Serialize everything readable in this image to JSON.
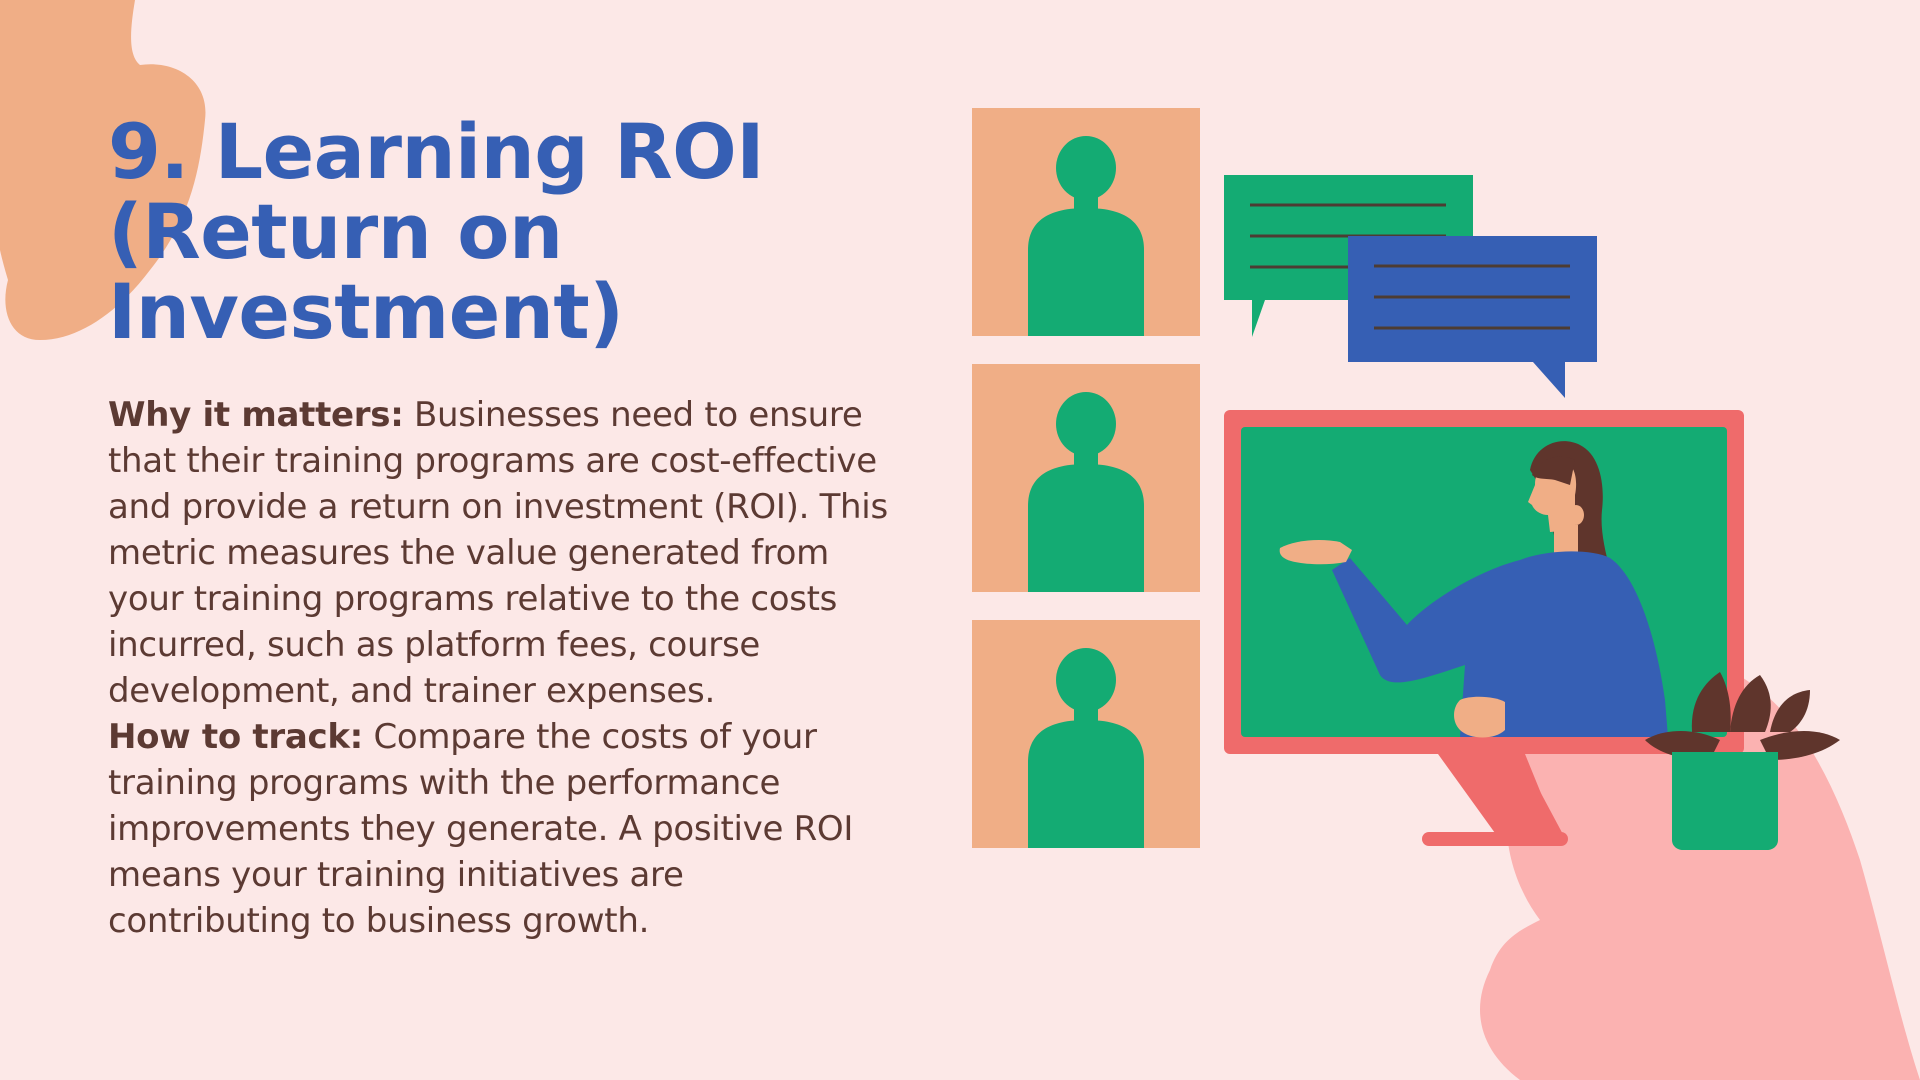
{
  "slide": {
    "title": "9. Learning ROI (Return on Investment)",
    "why_label": "Why it matters:",
    "why_text": " Businesses need to ensure that their training programs are cost-effective and provide a return on investment (ROI). This metric measures the value generated from your training programs relative to the costs incurred, such as platform fees, course development, and trainer expenses.",
    "how_label": "How to track:",
    "how_text": " Compare the costs of your training programs with the performance improvements they generate. A positive ROI means your training initiatives are contributing to business growth."
  },
  "illustration": {
    "icons": [
      "person-avatar-icon",
      "chat-bubble-icon",
      "presenter-icon",
      "monitor-icon",
      "plant-icon"
    ]
  },
  "colors": {
    "background": "#fce8e7",
    "title": "#365fb4",
    "body_text": "#5c3a33",
    "peach": "#f0ae86",
    "green": "#14ab73",
    "blue": "#365fb4",
    "coral": "#ef6b6b",
    "pink": "#fbb2b1",
    "brown": "#5f352c"
  }
}
